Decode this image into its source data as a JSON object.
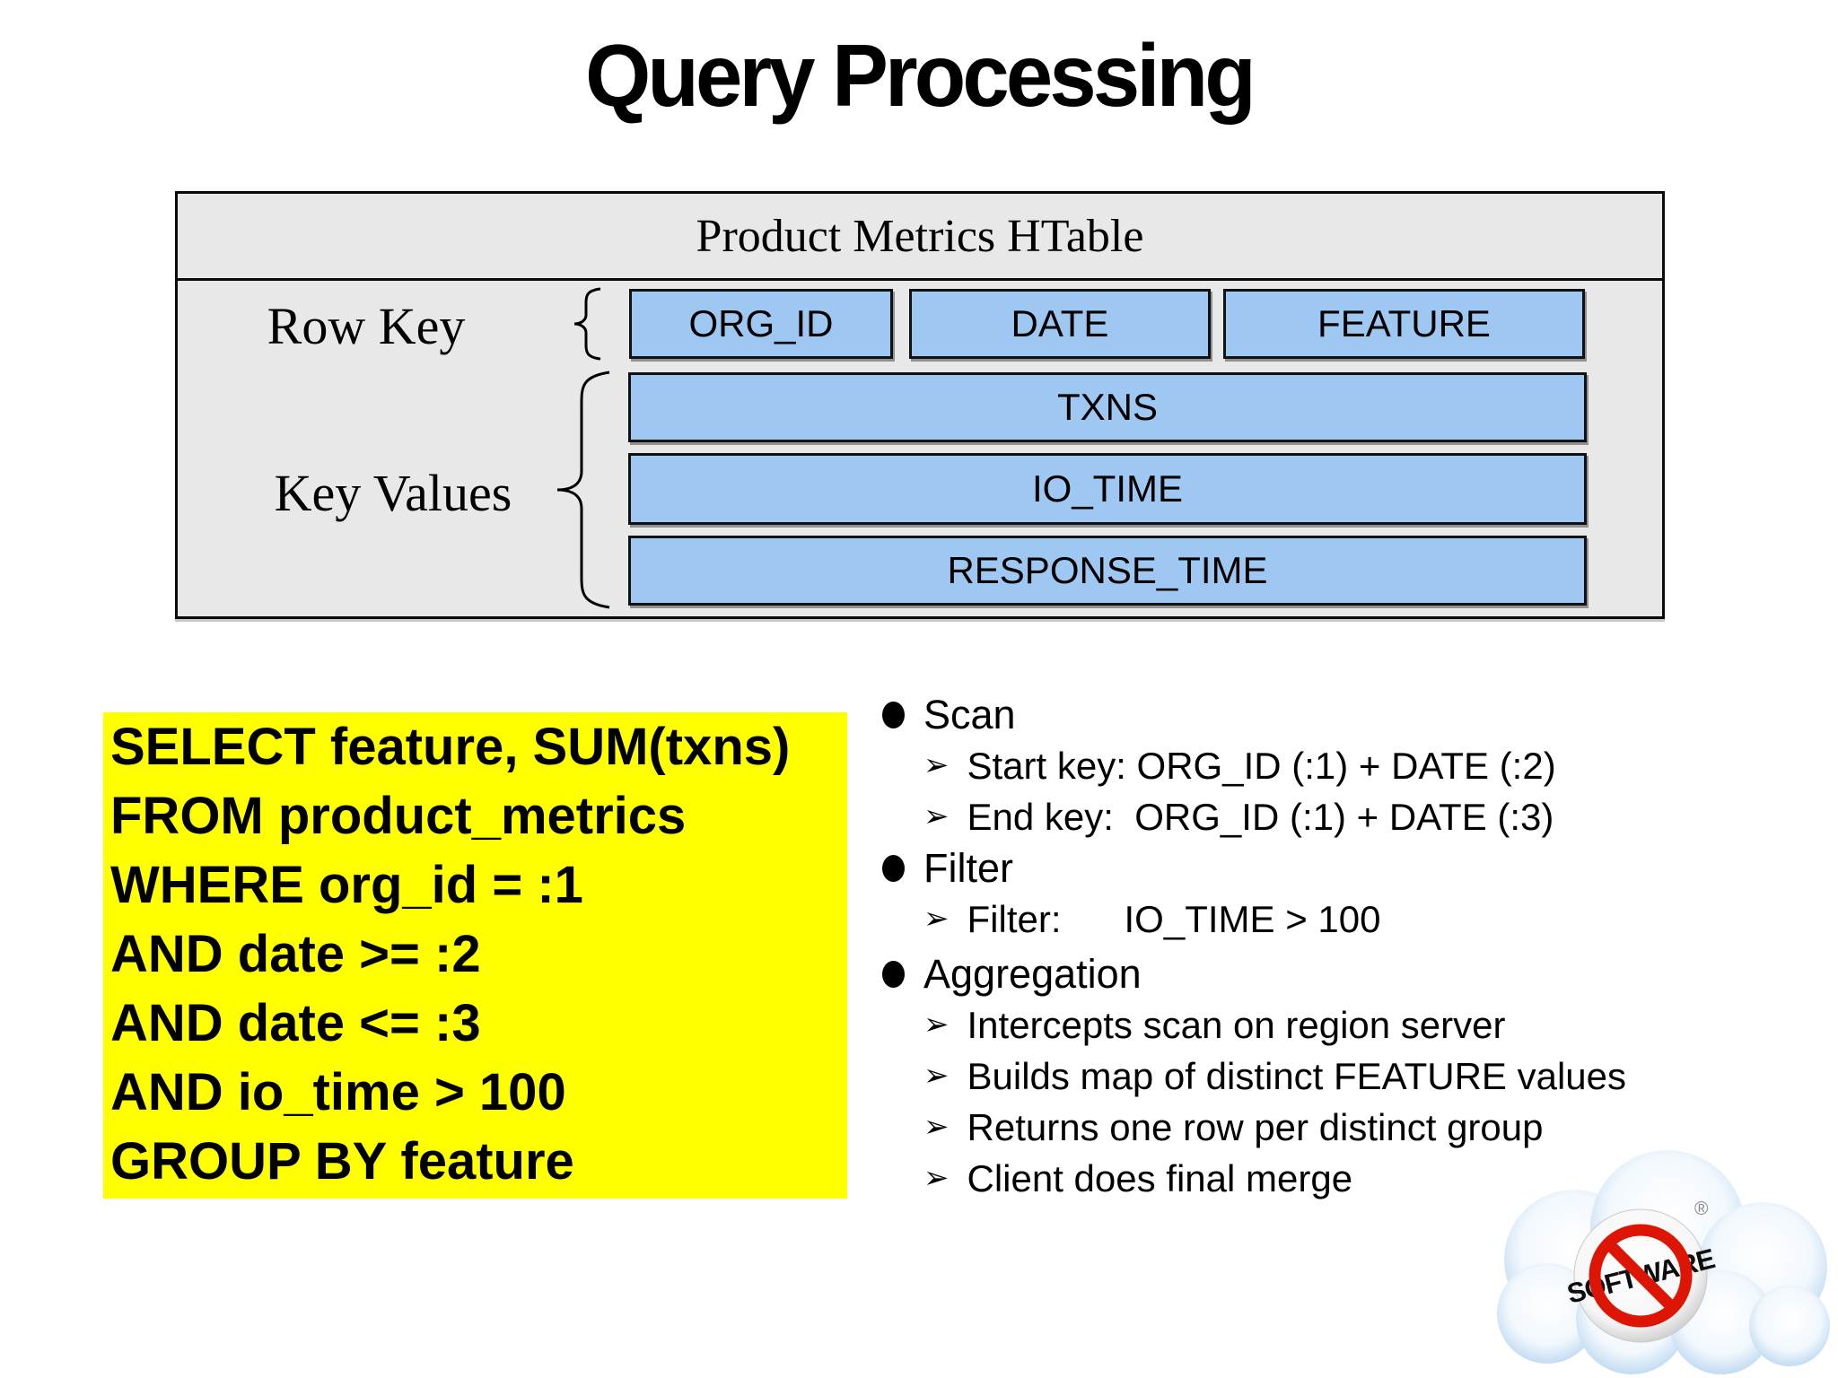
{
  "title": "Query Processing",
  "htable": {
    "title": "Product Metrics HTable",
    "row_key_label": "Row Key",
    "key_values_label": "Key Values",
    "row_key_columns": [
      "ORG_ID",
      "DATE",
      "FEATURE"
    ],
    "key_value_rows": [
      "TXNS",
      "IO_TIME",
      "RESPONSE_TIME"
    ]
  },
  "sql": {
    "lines": [
      "SELECT feature, SUM(txns)",
      "FROM product_metrics",
      "WHERE org_id = :1",
      "AND date >= :2",
      "AND date <= :3",
      "AND io_time > 100",
      "GROUP BY feature"
    ]
  },
  "bullets": [
    {
      "label": "Scan",
      "sub": [
        "Start key: ORG_ID (:1) + DATE (:2)",
        "End key:  ORG_ID (:1) + DATE (:3)"
      ]
    },
    {
      "label": "Filter",
      "sub": [
        "Filter:      IO_TIME > 100"
      ]
    },
    {
      "label": "Aggregation",
      "sub": [
        "Intercepts scan on region server",
        "Builds map of distinct FEATURE values",
        "Returns one row per distinct group",
        "Client does final merge"
      ]
    }
  ],
  "icons": {
    "sub_bullet": "➢"
  },
  "logo": {
    "badge_text": "SOFTWARE",
    "registered_mark": "®"
  },
  "colors": {
    "highlight_yellow": "#FFFF00",
    "cell_blue": "#9EC7F2",
    "table_gray": "#E8E8E8",
    "prohibition_red": "#DD1505",
    "cloud_blue": "#B8D6F0"
  }
}
